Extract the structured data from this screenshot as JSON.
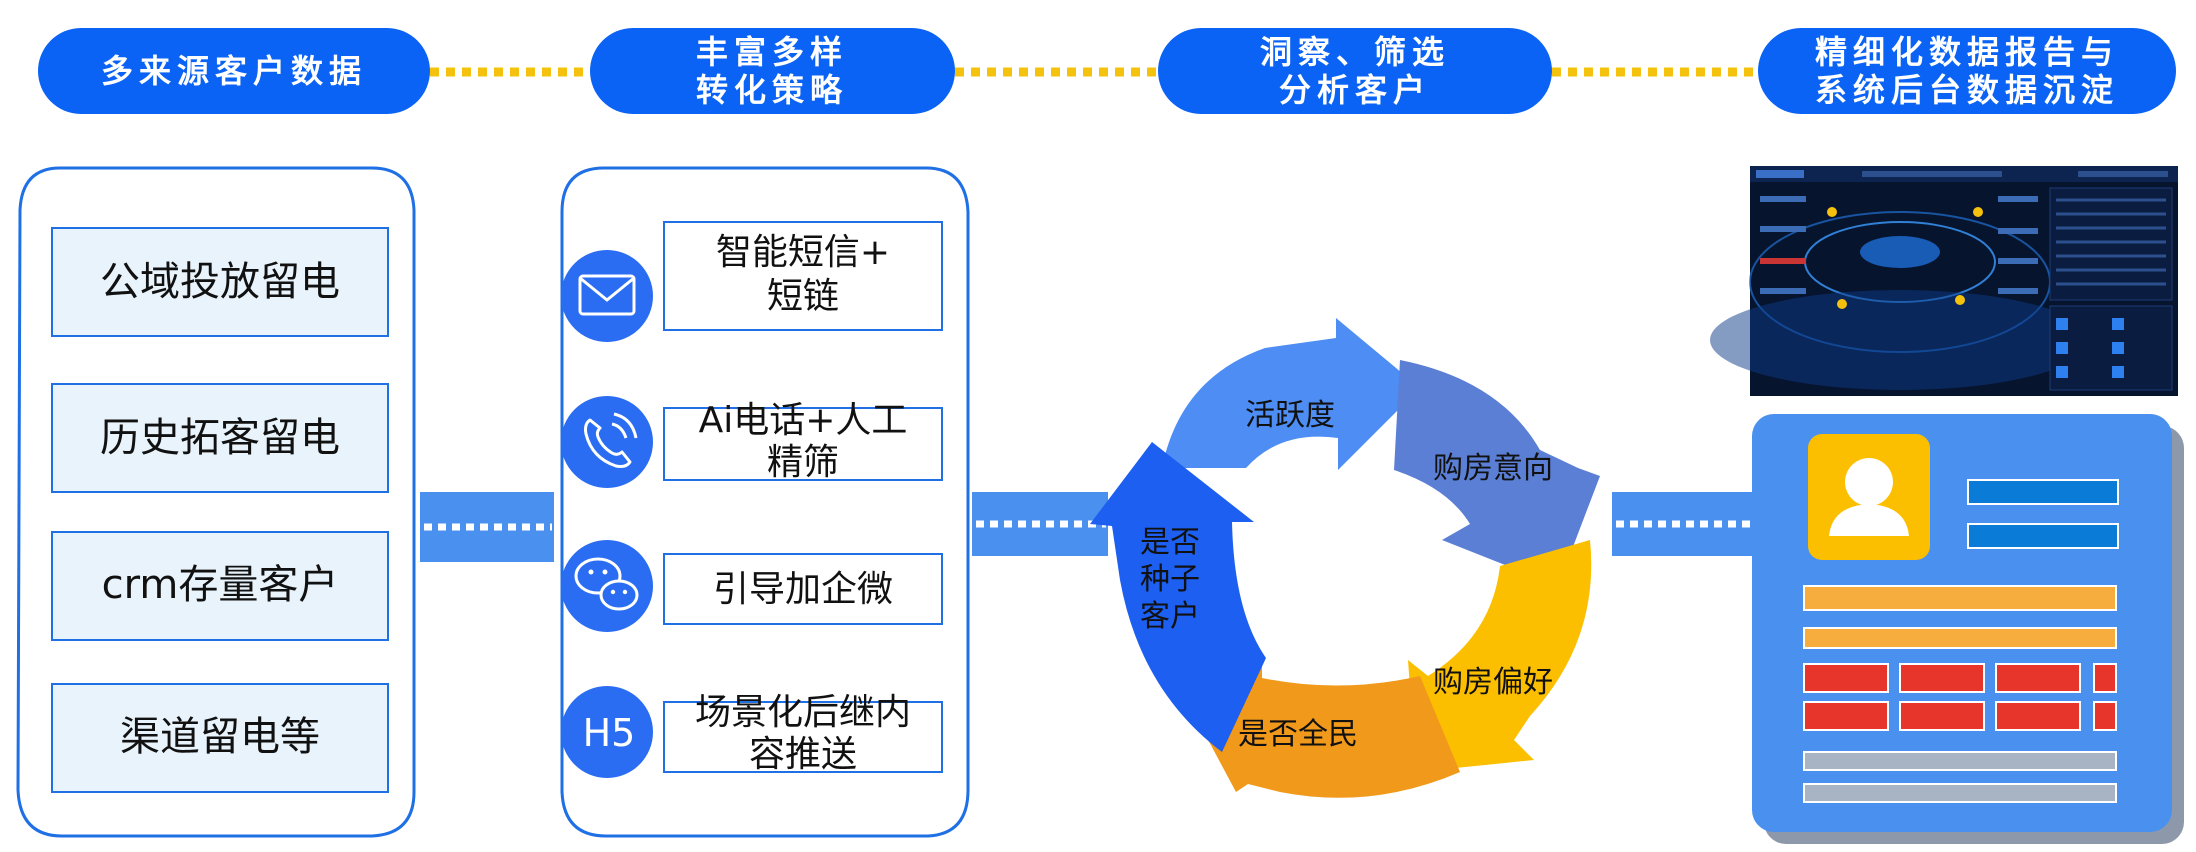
{
  "header": {
    "items": [
      {
        "lines": [
          "多来源客户数据"
        ]
      },
      {
        "lines": [
          "丰富多样",
          "转化策略"
        ]
      },
      {
        "lines": [
          "洞察、筛选",
          "分析客户"
        ]
      },
      {
        "lines": [
          "精细化数据报告与",
          "系统后台数据沉淀"
        ]
      }
    ]
  },
  "sources": {
    "items": [
      "公域投放留电",
      "历史拓客留电",
      "crm存量客户",
      "渠道留电等"
    ]
  },
  "strategies": {
    "items": [
      {
        "icon": "envelope-icon",
        "lines": [
          "智能短信+",
          "短链"
        ]
      },
      {
        "icon": "phone-icon",
        "lines": [
          "Ai电话+人工",
          "精筛"
        ]
      },
      {
        "icon": "wechat-icon",
        "lines": [
          "引导加企微"
        ]
      },
      {
        "icon": "h5-badge",
        "badge": "H5",
        "lines": [
          "场景化后继内",
          "容推送"
        ]
      }
    ]
  },
  "cycle": {
    "items": [
      {
        "lines": [
          "活跃度"
        ]
      },
      {
        "lines": [
          "购房意向"
        ]
      },
      {
        "lines": [
          "购房偏好"
        ]
      },
      {
        "lines": [
          "是否全民"
        ]
      },
      {
        "lines": [
          "是否",
          "种子",
          "客户"
        ]
      }
    ]
  },
  "colors": {
    "primary_blue": "#0a63f4",
    "dotted_line": "#f4c20d",
    "panel_fill": "#e8f3fb",
    "panel_border": "#1f6fe5",
    "arrow_light_blue": "#4d8df4",
    "arrow_steel_blue": "#5a7fd4",
    "arrow_yellow": "#fcbf00",
    "arrow_orange": "#f0991a",
    "arrow_deep_blue": "#1d5ff0",
    "card_blue": "#4a90ee",
    "card_orange": "#f6ad3d",
    "card_red": "#e8352c",
    "card_gray": "#a8b4c4"
  }
}
